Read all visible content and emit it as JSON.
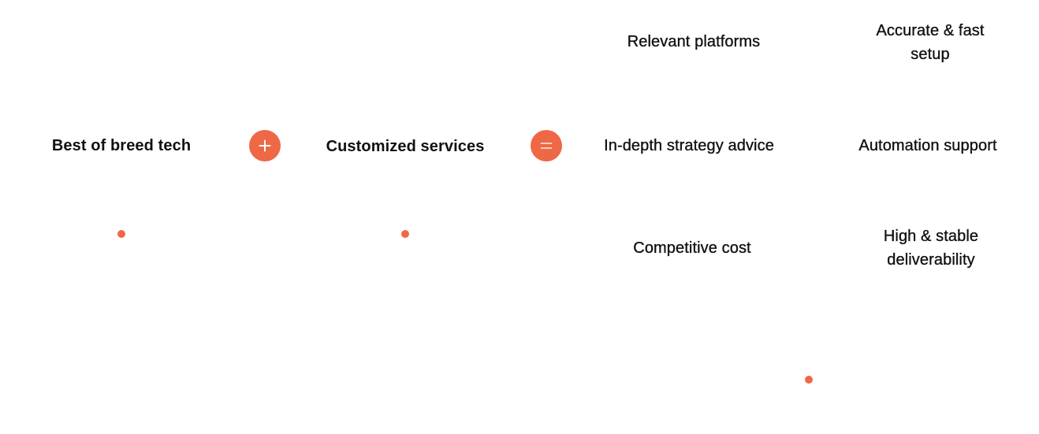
{
  "colors": {
    "accent": "#EF6845",
    "text": "#111111",
    "background": "#FFFFFF",
    "icon_stroke": "#FFFFFF"
  },
  "equation": {
    "term1": "Best of breed tech",
    "operator1_icon": "plus-icon",
    "term2": "Customized services",
    "operator2_icon": "equals-icon"
  },
  "results": [
    {
      "label": "Relevant platforms"
    },
    {
      "label": "Accurate & fast setup"
    },
    {
      "label": "In-depth strategy advice"
    },
    {
      "label": "Automation support"
    },
    {
      "label": "Competitive cost"
    },
    {
      "label": "High & stable deliverability"
    }
  ],
  "decorations": {
    "dot_icon": "dot-icon"
  }
}
